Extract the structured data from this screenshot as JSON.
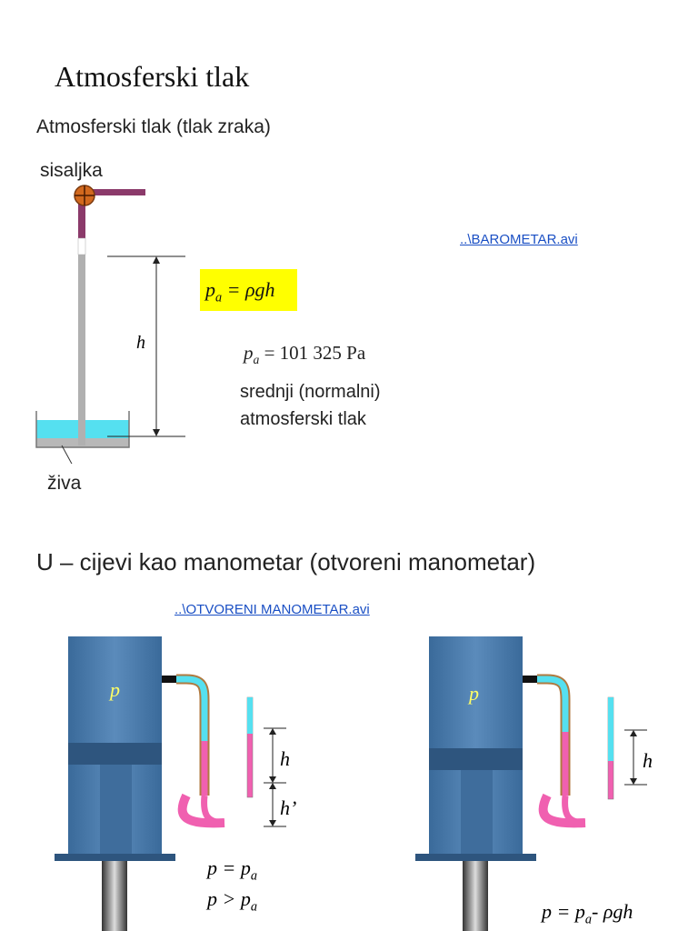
{
  "slide": {
    "title": "Atmosferski tlak",
    "subtitle": "Atmosferski tlak (tlak zraka)",
    "barometer": {
      "pump_label": "sisaljka",
      "mercury_label": "živa",
      "height_symbol": "h",
      "link": "..\\BAROMETAR.avi",
      "formula_lhs": "p",
      "formula_lhs_sub": "a",
      "formula_rhs": " = ρgh",
      "standard_value_lhs": "p",
      "standard_value_sub": "a",
      "standard_value_rhs": " = 101 325 Pa",
      "standard_desc_line1": "srednji (normalni)",
      "standard_desc_line2": "atmosferski tlak"
    },
    "manometer": {
      "heading": "U – cijevi kao manometar (otvoreni manometar)",
      "link": "..\\OTVORENI MANOMETAR.avi",
      "left": {
        "vessel_label": "p",
        "h_label": "h",
        "h_prime_label": "h’",
        "eq1_lhs": "p = p",
        "eq1_sub": "a",
        "eq2_lhs": "p > p",
        "eq2_sub": "a"
      },
      "right": {
        "vessel_label": "p",
        "h_label": "h",
        "eq_lhs": "p = p",
        "eq_sub": "a",
        "eq_rhs": "- ρgh"
      }
    }
  },
  "colors": {
    "mercury_blue": "#55e0f0",
    "pump_pipe": "#8b3a6a",
    "pump_valve": "#d2691e",
    "vessel_blue": "#4a7aaa",
    "tube_pink": "#f060b0",
    "highlight": "#ffff00"
  }
}
